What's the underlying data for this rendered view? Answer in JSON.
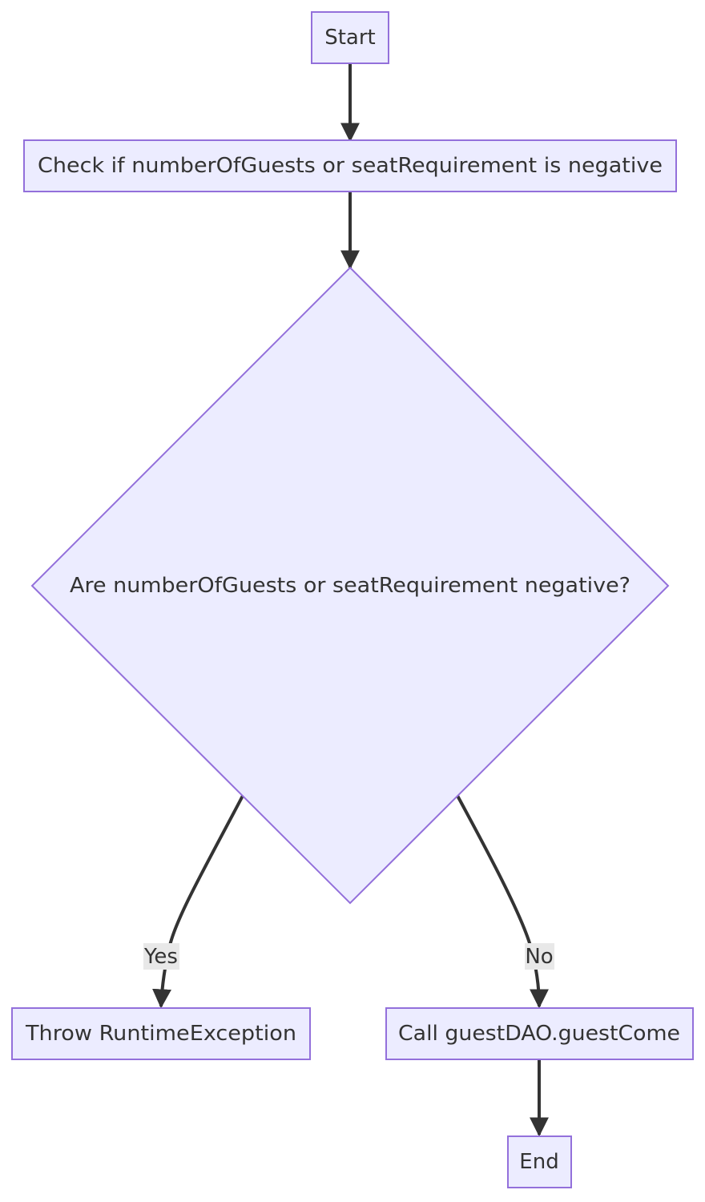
{
  "nodes": {
    "start": "Start",
    "check": "Check if numberOfGuests or seatRequirement is negative",
    "decision": "Are numberOfGuests or seatRequirement negative?",
    "throw": "Throw RuntimeException",
    "call": "Call guestDAO.guestCome",
    "end": "End"
  },
  "edges": {
    "yes": "Yes",
    "no": "No"
  },
  "colors": {
    "node_fill": "#ECECFF",
    "node_stroke": "#9370DB",
    "edge": "#333333",
    "edge_label_bg": "#E8E8E8"
  }
}
